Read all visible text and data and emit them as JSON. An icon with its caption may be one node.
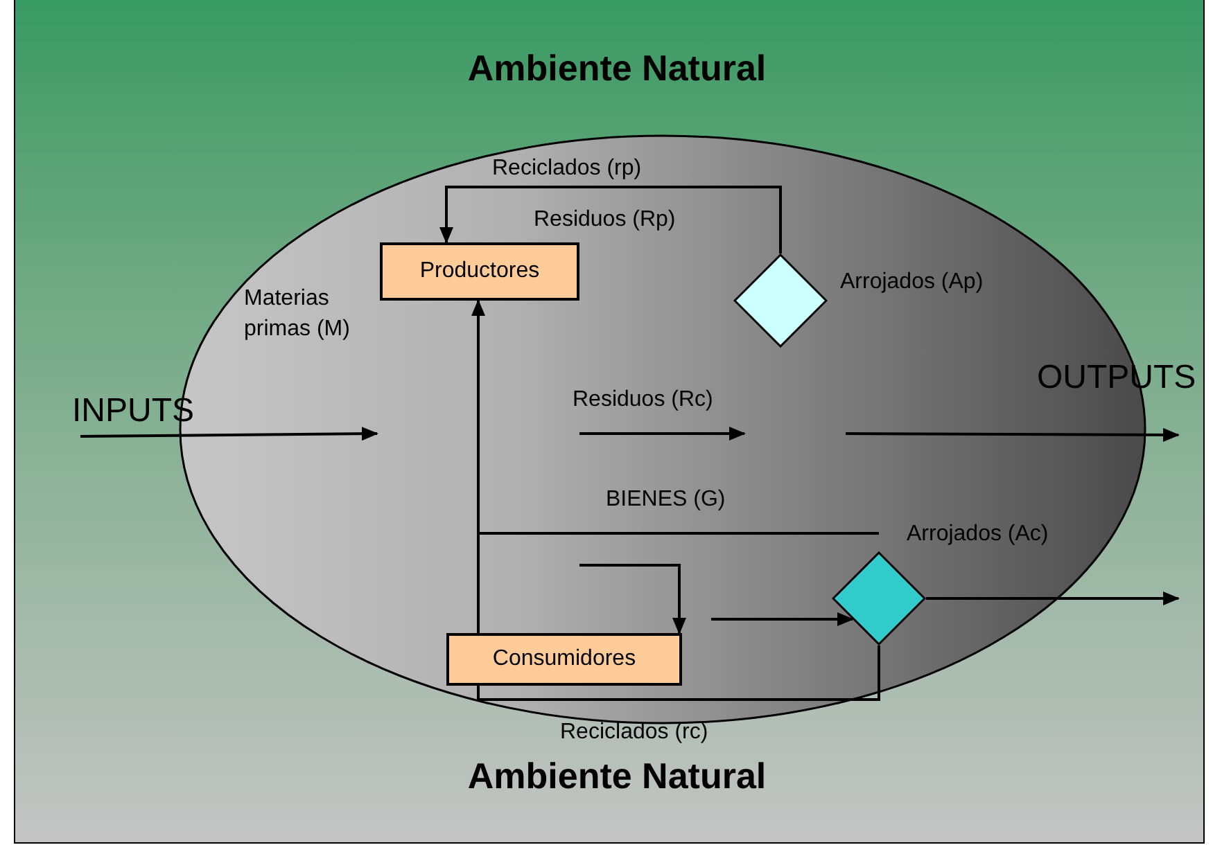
{
  "diagram": {
    "nodes": [
      {
        "text": [
          "Productores"
        ]
      },
      {
        "text": [
          "Consumidores"
        ]
      },
      {
        "text": [],
        "shape": "diamond",
        "beside": [
          "Arrojados (Ap)"
        ]
      },
      {
        "text": [],
        "shape": "diamond",
        "beside": [
          "Arrojados (Ac)"
        ]
      }
    ],
    "edges": [
      {
        "from": 2,
        "to": 0,
        "arrow": "to",
        "label": "Reciclados (rp)"
      },
      {
        "from": 1,
        "to": 0,
        "arrow": "to"
      },
      {
        "from": null,
        "to": 1,
        "arrow": "to"
      },
      {
        "from": null,
        "to": 3,
        "arrow": "to"
      },
      {
        "from": 3,
        "to": null,
        "arrow": "to"
      },
      {
        "from": 3,
        "to": 1,
        "arrow": "none",
        "label": "Reciclados (rc)"
      }
    ],
    "labels": [
      "Ambiente Natural",
      "Residuos (Rp)",
      "Materias primas (M)",
      "INPUTS",
      "OUTPUTS",
      "Residuos (Rc)",
      "BIENES (G)",
      "Ambiente Natural"
    ]
  }
}
